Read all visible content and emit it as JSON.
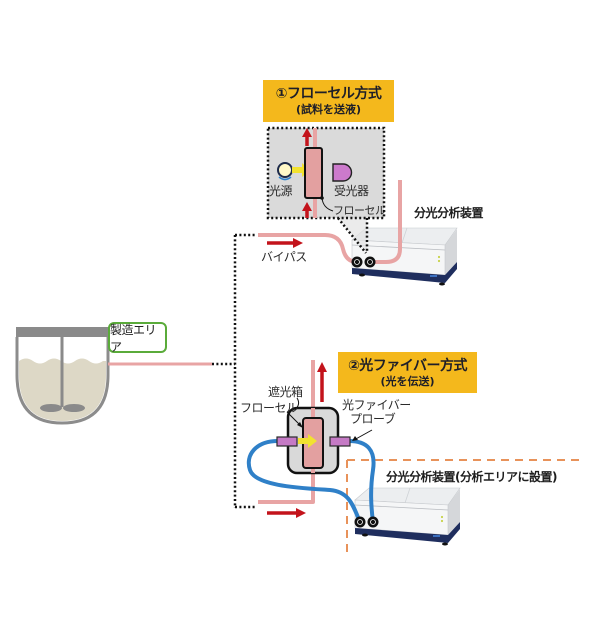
{
  "diagram": {
    "vessel": {
      "area_label": "製造エリア"
    },
    "method_flow_cell": {
      "title": "①フローセル方式",
      "subtitle": "(試料を送液)",
      "light_source_label": "光源",
      "detector_label": "受光器",
      "flow_cell_label": "フローセル",
      "bypass_label": "バイパス",
      "instrument_label": "分光分析装置"
    },
    "method_fiber": {
      "title": "②光ファイバー方式",
      "subtitle": "(光を伝送)",
      "shield_box_label": "遮光箱",
      "flow_cell_label": "フローセル",
      "probe_label_line1": "光ファイバー",
      "probe_label_line2": "プローブ",
      "instrument_label": "分光分析装置(分析エリアに設置)"
    }
  },
  "colors": {
    "pipe": "#e8a4a4",
    "arrow": "#c3131b",
    "label-bg": "#f4b81c",
    "area-border": "#5aab3a",
    "fiber": "#2f80c8",
    "probe": "#c57ac5",
    "beam": "#f2e230",
    "boundary": "#e8925a",
    "base": "#1f2e5e"
  }
}
